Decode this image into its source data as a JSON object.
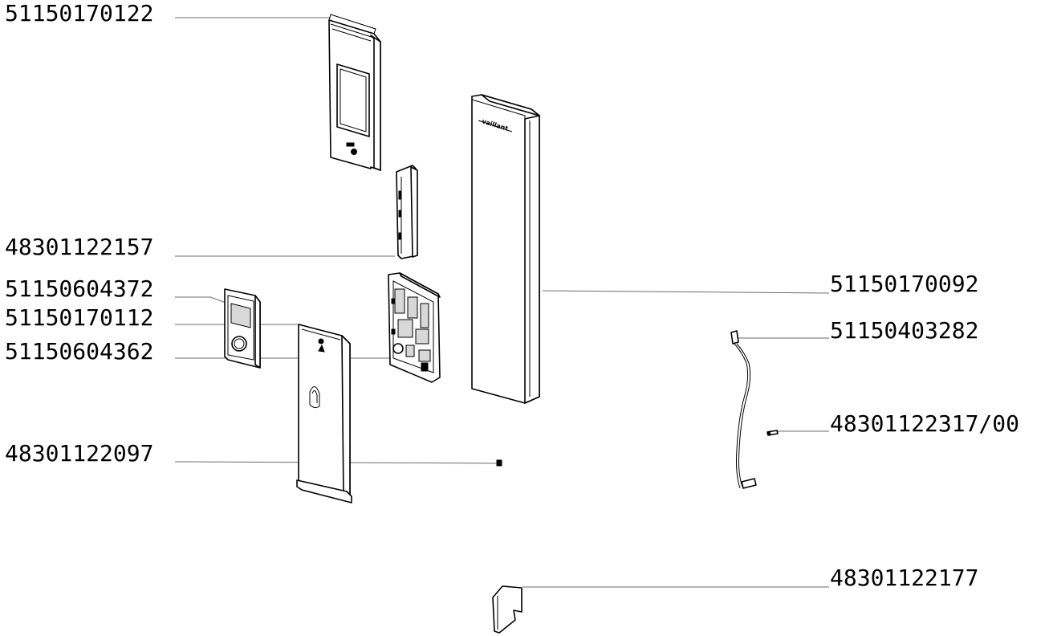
{
  "diagram": {
    "background": "#ffffff",
    "line_color": "#000000",
    "leader_color": "#6b6b6b",
    "brand_text": "vaillant",
    "parts": [
      {
        "id": "front-cover-top",
        "number": "51150170122"
      },
      {
        "id": "side-rail",
        "number": "48301122157"
      },
      {
        "id": "control-module",
        "number": "51150604372"
      },
      {
        "id": "front-cover-bottom",
        "number": "51150170112"
      },
      {
        "id": "electronics-board",
        "number": "51150604362"
      },
      {
        "id": "screw",
        "number": "48301122097"
      },
      {
        "id": "casing-panel",
        "number": "51150170092"
      },
      {
        "id": "cable",
        "number": "51150403282"
      },
      {
        "id": "pin",
        "number": "48301122317/00"
      },
      {
        "id": "label-sheet",
        "number": "48301122177"
      }
    ]
  }
}
